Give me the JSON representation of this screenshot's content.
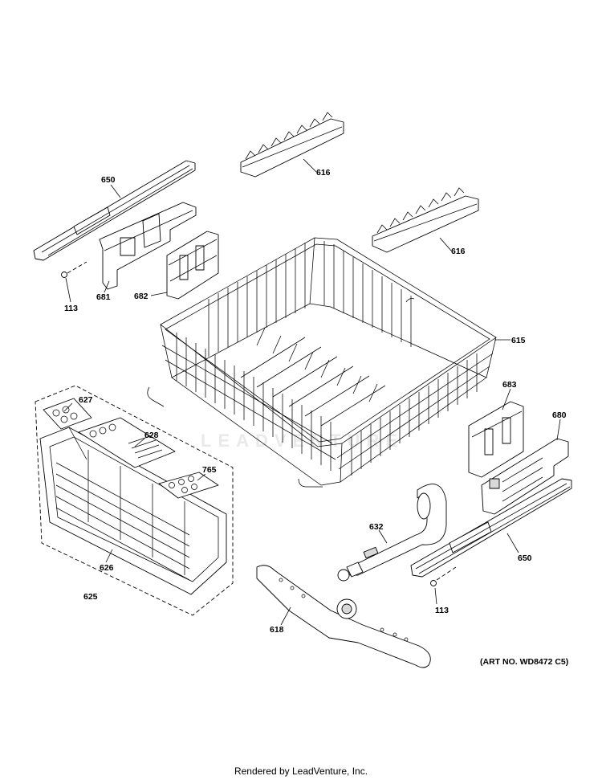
{
  "callouts": {
    "c650_top": "650",
    "c616_top": "616",
    "c616_mid": "616",
    "c113_left": "113",
    "c681": "681",
    "c682": "682",
    "c615": "615",
    "c627": "627",
    "c628": "628",
    "c765": "765",
    "c683": "683",
    "c680": "680",
    "c632": "632",
    "c650_bottom": "650",
    "c626": "626",
    "c625": "625",
    "c113_right": "113",
    "c618": "618"
  },
  "art_number": "(ART NO. WD8472 C5)",
  "footer": "Rendered by LeadVenture, Inc.",
  "watermark": "LEADVENTURE"
}
